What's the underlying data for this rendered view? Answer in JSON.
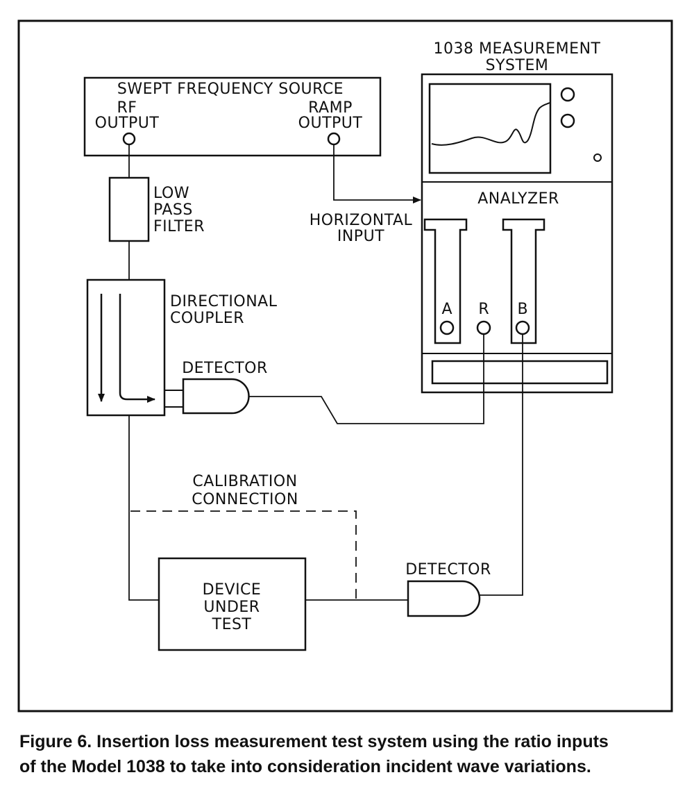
{
  "diagram": {
    "system_title_1": "1038 MEASUREMENT",
    "system_title_2": "SYSTEM",
    "source_title": "SWEPT FREQUENCY SOURCE",
    "rf_label_1": "RF",
    "rf_label_2": "OUTPUT",
    "ramp_label_1": "RAMP",
    "ramp_label_2": "OUTPUT",
    "filter_label_1": "LOW",
    "filter_label_2": "PASS",
    "filter_label_3": "FILTER",
    "horizontal_label_1": "HORIZONTAL",
    "horizontal_label_2": "INPUT",
    "analyzer_label": "ANALYZER",
    "channel_a": "A",
    "channel_r": "R",
    "channel_b": "B",
    "coupler_label_1": "DIRECTIONAL",
    "coupler_label_2": "COUPLER",
    "detector1_label": "DETECTOR",
    "calibration_label_1": "CALIBRATION",
    "calibration_label_2": "CONNECTION",
    "dut_label_1": "DEVICE",
    "dut_label_2": "UNDER",
    "dut_label_3": "TEST",
    "detector2_label": "DETECTOR"
  },
  "caption": {
    "line1": "Figure 6.  Insertion loss measurement test system using the ratio inputs",
    "line2": "of the Model 1038 to take into consideration incident wave variations."
  }
}
